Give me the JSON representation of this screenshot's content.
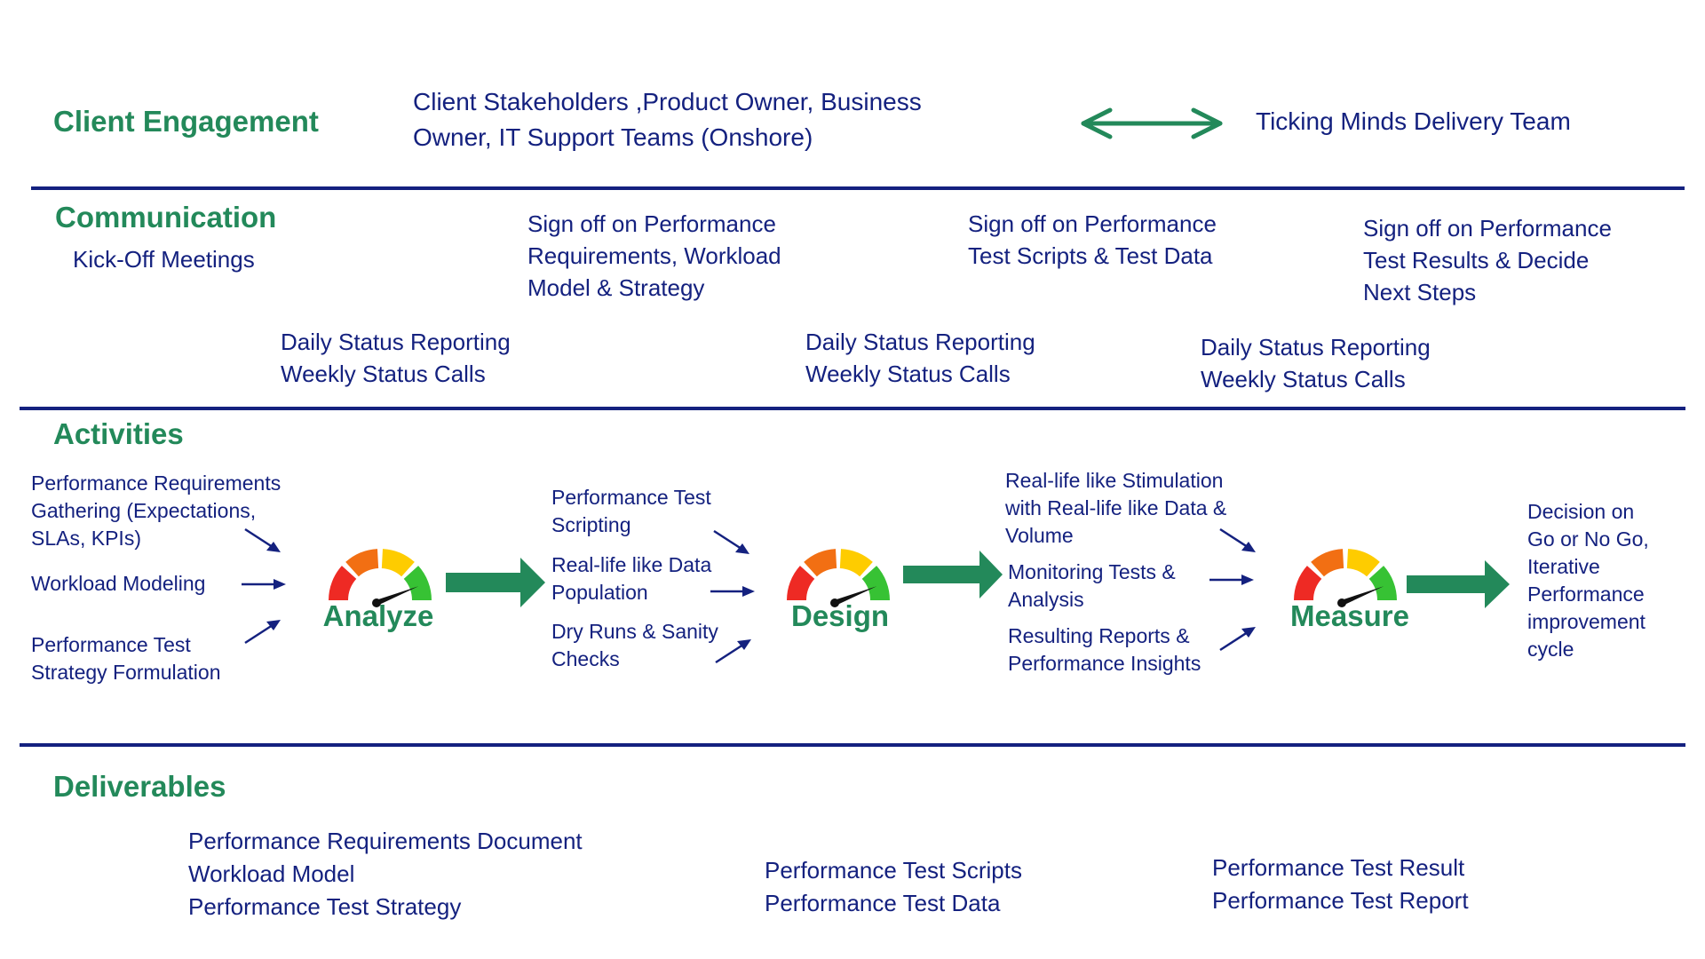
{
  "client_engagement": {
    "heading": "Client Engagement",
    "client_parties": [
      "Client Stakeholders ,Product Owner, Business",
      "Owner, IT Support Teams (Onshore)"
    ],
    "connector_icon": "double-headed-arrow-icon",
    "delivery_team": "Ticking Minds Delivery Team"
  },
  "communication": {
    "heading": "Communication",
    "kickoff": "Kick-Off Meetings",
    "signoffs": [
      [
        "Sign off on Performance",
        "Requirements, Workload",
        "Model & Strategy"
      ],
      [
        "Sign off on Performance",
        "Test Scripts & Test Data"
      ],
      [
        "Sign off on Performance",
        "Test Results & Decide",
        "Next Steps"
      ]
    ],
    "status_blocks": [
      [
        "Daily Status Reporting",
        "Weekly Status Calls"
      ],
      [
        "Daily Status Reporting",
        "Weekly Status Calls"
      ],
      [
        "Daily Status Reporting",
        "Weekly Status Calls"
      ]
    ]
  },
  "activities": {
    "heading": "Activities",
    "analyze": {
      "label": "Analyze",
      "inputs": [
        [
          "Performance Requirements",
          "Gathering (Expectations,",
          "SLAs, KPIs)"
        ],
        [
          "Workload Modeling"
        ],
        [
          "Performance Test",
          "Strategy Formulation"
        ]
      ]
    },
    "design": {
      "label": "Design",
      "inputs": [
        [
          "Performance Test",
          "Scripting"
        ],
        [
          "Real-life like Data",
          "Population"
        ],
        [
          "Dry Runs & Sanity",
          "Checks"
        ]
      ]
    },
    "measure": {
      "label": "Measure",
      "inputs": [
        [
          "Real-life like Stimulation",
          "with Real-life like Data &",
          "Volume"
        ],
        [
          "Monitoring Tests &",
          "Analysis"
        ],
        [
          "Resulting Reports &",
          "Performance Insights"
        ]
      ]
    },
    "outcome": [
      "Decision on",
      "Go or No Go,",
      "Iterative",
      "Performance",
      "improvement",
      "cycle"
    ],
    "gauge_icon": "speedometer-gauge-icon",
    "gauge_colors": [
      "#ee2a24",
      "#f26f13",
      "#fecc00",
      "#37c234"
    ]
  },
  "deliverables": {
    "heading": "Deliverables",
    "groups": [
      [
        "Performance Requirements Document",
        "Workload Model",
        "Performance Test Strategy"
      ],
      [
        "Performance Test Scripts",
        "Performance Test Data"
      ],
      [
        "Performance Test Result",
        "Performance Test Report"
      ]
    ]
  },
  "colors": {
    "heading_green": "#23895a",
    "text_navy": "#14217f",
    "rule_navy": "#14217f",
    "arrow_green": "#23895a"
  }
}
